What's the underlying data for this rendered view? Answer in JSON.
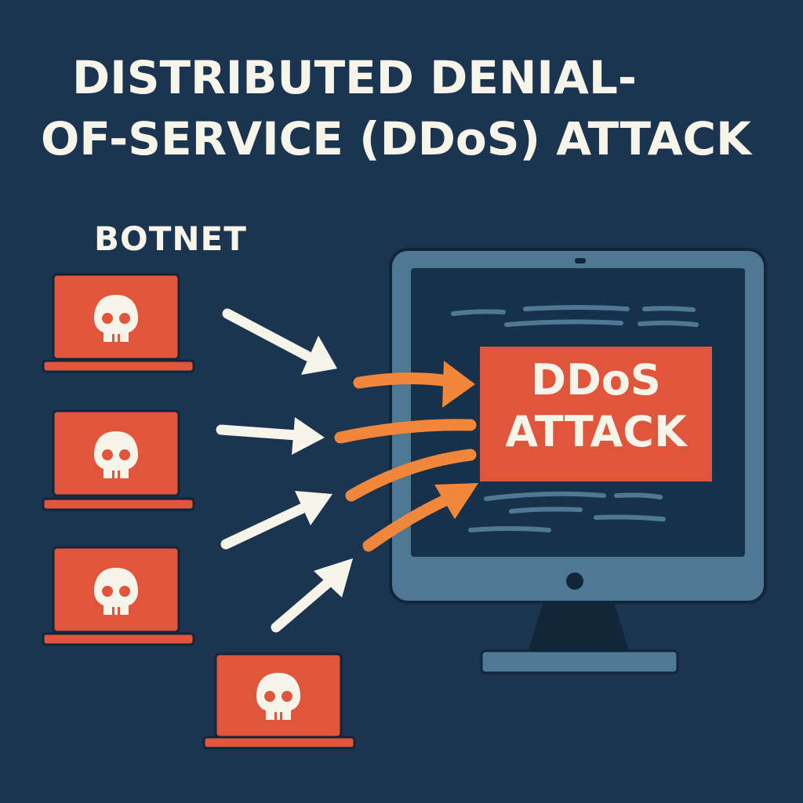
{
  "title": {
    "line1": "DISTRIBUTED DENIAL-",
    "line2": "OF-SERVICE (DDoS) ATTACK"
  },
  "botnet": {
    "label": "BOTNET",
    "laptops": [
      {
        "icon": "skull-icon"
      },
      {
        "icon": "skull-icon"
      },
      {
        "icon": "skull-icon"
      },
      {
        "icon": "skull-icon"
      }
    ]
  },
  "target": {
    "device": "monitor",
    "banner_line1": "DDoS",
    "banner_line2": "ATTACK"
  },
  "colors": {
    "background": "#1b3550",
    "laptop": "#e0553c",
    "banner": "#e0553c",
    "monitor_frame": "#4e7894",
    "monitor_screen": "#18314a",
    "arrow_white": "#f7f4ea",
    "arrow_orange": "#f0873a",
    "text": "#f7f4ea"
  }
}
